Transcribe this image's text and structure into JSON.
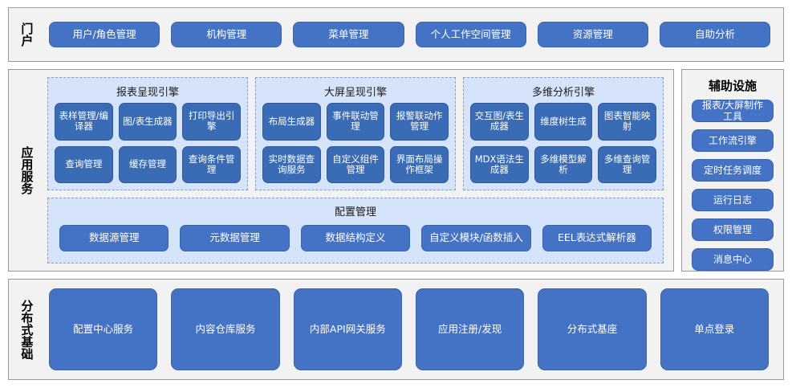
{
  "colors": {
    "panel_bg": "#f2f2f2",
    "panel_border": "#9a9a9a",
    "pill_blue": "#4472c4",
    "cell_blue": "#3a6bb5",
    "engine_bg": "#d6e4fb",
    "engine_border": "#8aa0c0",
    "text_light": "#ffffff",
    "text_dark": "#1b1b1b"
  },
  "portal": {
    "label": "门户",
    "items": [
      {
        "label": "用户/角色管理"
      },
      {
        "label": "机构管理"
      },
      {
        "label": "菜单管理"
      },
      {
        "label": "个人工作空间管理"
      },
      {
        "label": "资源管理"
      },
      {
        "label": "自助分析"
      }
    ]
  },
  "app_services": {
    "label": "应用服务",
    "engines": [
      {
        "title": "报表呈现引擎",
        "cells": [
          {
            "label": "表样管理/编译器"
          },
          {
            "label": "图/表生成器"
          },
          {
            "label": "打印导出引擎"
          },
          {
            "label": "查询管理"
          },
          {
            "label": "缓存管理"
          },
          {
            "label": "查询条件管理"
          }
        ]
      },
      {
        "title": "大屏呈现引擎",
        "cells": [
          {
            "label": "布局生成器"
          },
          {
            "label": "事件联动管理"
          },
          {
            "label": "报警联动作管理"
          },
          {
            "label": "实时数据查询服务"
          },
          {
            "label": "自定义组件管理"
          },
          {
            "label": "界面布局操作框架"
          }
        ]
      },
      {
        "title": "多维分析引擎",
        "cells": [
          {
            "label": "交互图/表生成器"
          },
          {
            "label": "维度树生成"
          },
          {
            "label": "图表智能映射"
          },
          {
            "label": "MDX语法生成器"
          },
          {
            "label": "多维模型解析"
          },
          {
            "label": "多维查询管理"
          }
        ]
      }
    ],
    "config": {
      "title": "配置管理",
      "items": [
        {
          "label": "数据源管理"
        },
        {
          "label": "元数据管理"
        },
        {
          "label": "数据结构定义"
        },
        {
          "label": "自定义模块/函数插入"
        },
        {
          "label": "EEL表达式解析器"
        }
      ]
    }
  },
  "auxiliary": {
    "title": "辅助设施",
    "items": [
      {
        "label": "报表/大屏制作工具"
      },
      {
        "label": "工作流引擎"
      },
      {
        "label": "定时任务调度"
      },
      {
        "label": "运行日志"
      },
      {
        "label": "权限管理"
      },
      {
        "label": "消息中心"
      }
    ]
  },
  "distributed_base": {
    "label": "分布式基础",
    "items": [
      {
        "label": "配置中心服务"
      },
      {
        "label": "内容仓库服务"
      },
      {
        "label": "内部API网关服务"
      },
      {
        "label": "应用注册/发现"
      },
      {
        "label": "分布式基座"
      },
      {
        "label": "单点登录"
      }
    ]
  }
}
